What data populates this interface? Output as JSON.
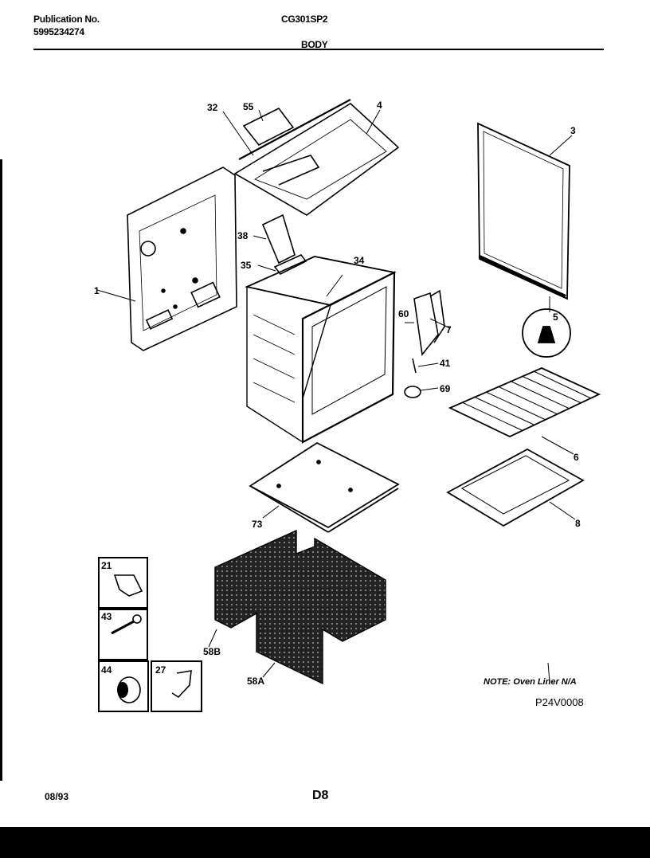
{
  "header": {
    "publication_label": "Publication No.",
    "publication_number": "5995234274",
    "model": "CG301SP2",
    "section": "BODY"
  },
  "parts": [
    {
      "id": "1"
    },
    {
      "id": "3"
    },
    {
      "id": "4"
    },
    {
      "id": "5"
    },
    {
      "id": "6"
    },
    {
      "id": "7"
    },
    {
      "id": "8"
    },
    {
      "id": "21"
    },
    {
      "id": "27"
    },
    {
      "id": "32"
    },
    {
      "id": "34"
    },
    {
      "id": "35"
    },
    {
      "id": "38"
    },
    {
      "id": "41"
    },
    {
      "id": "43"
    },
    {
      "id": "44"
    },
    {
      "id": "55"
    },
    {
      "id": "58A"
    },
    {
      "id": "58B"
    },
    {
      "id": "60"
    },
    {
      "id": "69"
    },
    {
      "id": "73"
    }
  ],
  "labels": {
    "p1": "1",
    "p3": "3",
    "p4": "4",
    "p5": "5",
    "p6": "6",
    "p7": "7",
    "p8": "8",
    "p21": "21",
    "p27": "27",
    "p32": "32",
    "p34": "34",
    "p35": "35",
    "p38": "38",
    "p41": "41",
    "p43": "43",
    "p44": "44",
    "p55": "55",
    "p58a": "58A",
    "p58b": "58B",
    "p60": "60",
    "p69": "69",
    "p73": "73"
  },
  "footer": {
    "note": "NOTE: Oven Liner N/A",
    "drawing_code": "P24V0008",
    "date": "08/93",
    "page_code": "D8"
  }
}
